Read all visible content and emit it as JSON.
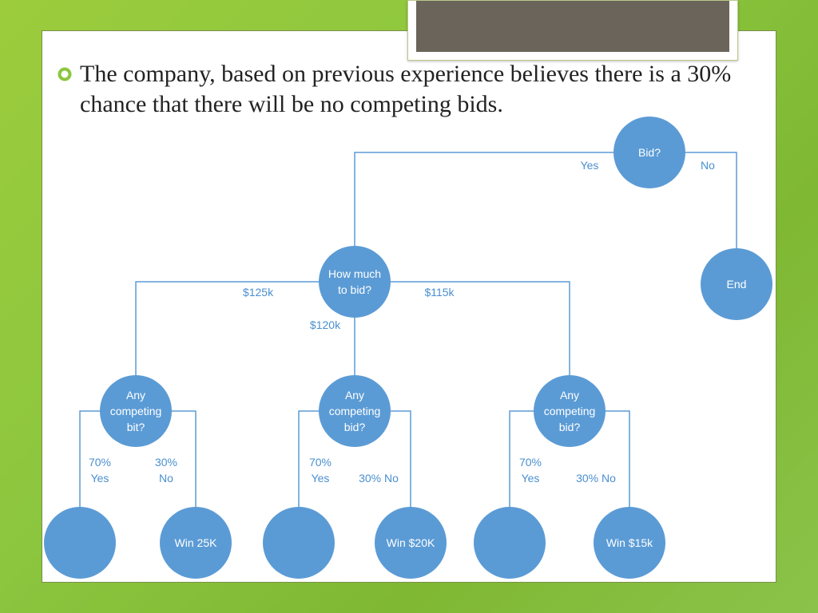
{
  "bullet": {
    "text": "The company, based on previous experience believes there is a 30% chance that there will be no competing bids."
  },
  "colors": {
    "node_fill": "#5b9bd5",
    "line": "#5b9bd5",
    "label": "#4a8fcf",
    "bullet": "#8cc63f"
  },
  "diagram": {
    "nodes": {
      "bid": [
        "Bid?"
      ],
      "end": [
        "End"
      ],
      "how_much": [
        "How much",
        "to bid?"
      ],
      "comp1": [
        "Any",
        "competing",
        "bit?"
      ],
      "comp2": [
        "Any",
        "competing",
        "bid?"
      ],
      "comp3": [
        "Any",
        "competing",
        "bid?"
      ],
      "leaf1": [],
      "win25": [
        "Win 25K"
      ],
      "leaf2": [],
      "win20": [
        "Win $20K"
      ],
      "leaf3": [],
      "win15": [
        "Win $15k"
      ]
    },
    "edges": {
      "yes": [
        "Yes"
      ],
      "no": [
        "No"
      ],
      "b125": [
        "$125k"
      ],
      "b120": [
        "$120k"
      ],
      "b115": [
        "$115k"
      ],
      "c1_yes": [
        "70%",
        "Yes"
      ],
      "c1_no": [
        "30%",
        "No"
      ],
      "c2_yes": [
        "70%",
        "Yes"
      ],
      "c2_no": [
        "30% No"
      ],
      "c3_yes": [
        "70%",
        "Yes"
      ],
      "c3_no": [
        "30% No"
      ]
    }
  }
}
